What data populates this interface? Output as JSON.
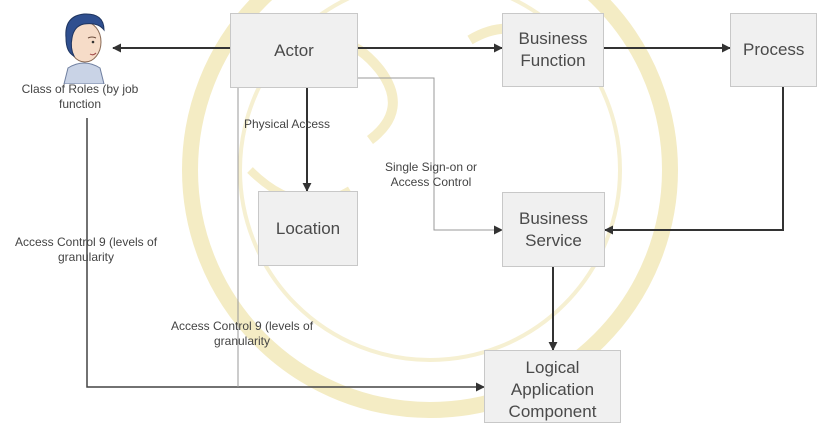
{
  "diagram": {
    "actor_figure_label": "Class of Roles (by job function",
    "nodes": {
      "actor": "Actor",
      "business_function": [
        "Business",
        "Function"
      ],
      "process": "Process",
      "location": "Location",
      "business_service": [
        "Business",
        "Service"
      ],
      "logical_application_component": [
        "Logical",
        "Application",
        "Component"
      ]
    },
    "edge_labels": {
      "physical_access": "Physical Access",
      "single_sign_on": [
        "Single Sign-on or",
        "Access Control"
      ],
      "access_control_left": [
        "Access Control 9 (levels of",
        "granularity"
      ],
      "access_control_center": [
        "Access Control 9 (levels of",
        "granularity"
      ]
    }
  },
  "colors": {
    "node_fill": "#f0f0f0",
    "node_border": "#c8c8c8",
    "arrow": "#333333",
    "thin_line": "#999999",
    "text": "#4a4a4a",
    "watermark": "#f1e6b0"
  }
}
